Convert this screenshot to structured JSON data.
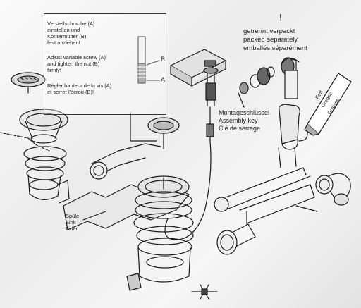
{
  "instructions": {
    "german_1": "Verstellschraube (A)",
    "german_2": "einstellen und",
    "german_3": "Kontermutter (B)",
    "german_4": "fest anziehen!",
    "english_1": "Adjust variable screw (A)",
    "english_2": "and tighten the nut (B)",
    "english_3": "firmly!",
    "french_1": "Régler hauteur de la vis (A)",
    "french_2": "et serrer l'écrou (B)!",
    "marker_a": "A",
    "marker_b": "B"
  },
  "separate_pack": {
    "exclamation": "!",
    "german": "getrennt verpackt",
    "english": "packed separately",
    "french": "emballés séparément"
  },
  "assembly_key": {
    "german": "Montageschlüssel",
    "english": "Assembly key",
    "french": "Clé de serrage"
  },
  "sink": {
    "german": "Spüle",
    "english": "Sink",
    "french": "Évier"
  },
  "grease": {
    "line1": "Fett",
    "line2": "Grease",
    "line3": "Graisse"
  }
}
